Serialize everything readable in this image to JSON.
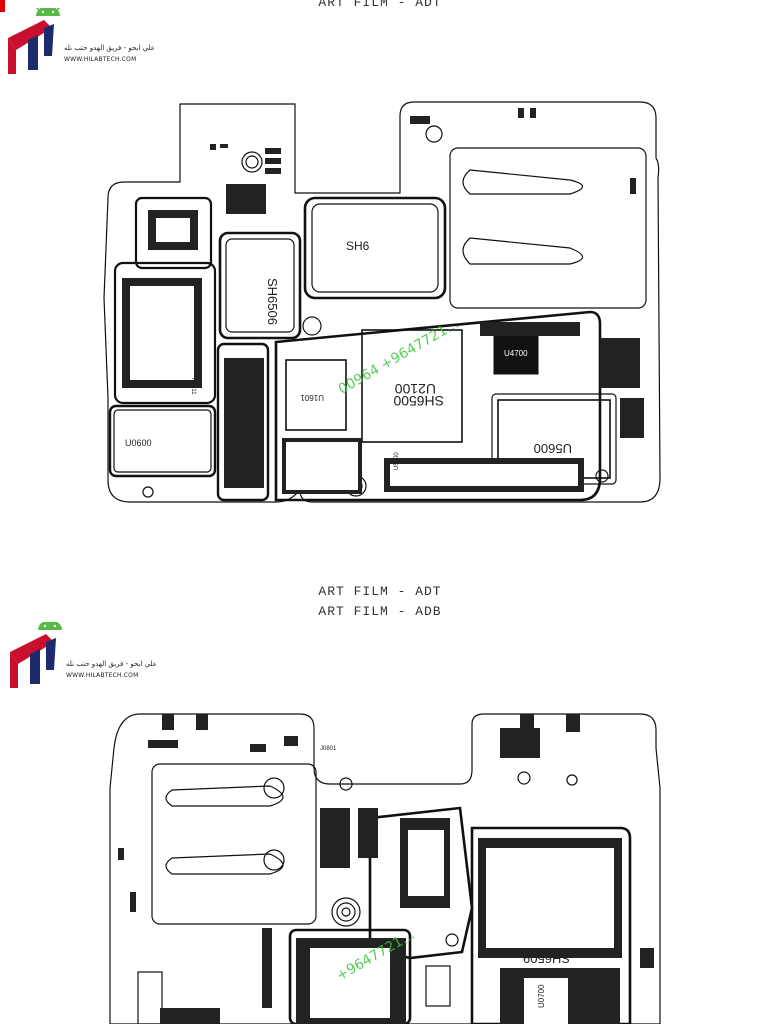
{
  "pages": [
    {
      "caption": "ART FILM - ADT"
    },
    {
      "caption": "ART FILM - ADT"
    },
    {
      "caption": "ART FILM - ADB"
    }
  ],
  "logo": {
    "arabic_text": "علي ابحو - فريق الهدو حتب نله",
    "url_text": "WWW.HILABTECH.COM",
    "colors": {
      "android": "#58b947",
      "red": "#c8102e",
      "navy": "#1d2a6b"
    }
  },
  "boards": {
    "top": {
      "labels": [
        "U0600",
        "U1601",
        "U2100",
        "SH6500",
        "U5600",
        "U4700",
        "SH6506",
        "SH6",
        "U5200",
        "FL411"
      ],
      "watermark": "00964 +9647721..."
    },
    "bottom": {
      "labels": [
        "U0700",
        "SH6509",
        "J0801"
      ],
      "watermark": "+9647721..."
    }
  },
  "colors": {
    "outline": "#111111",
    "shield": "#222222",
    "watermark": "#3cc43c"
  }
}
